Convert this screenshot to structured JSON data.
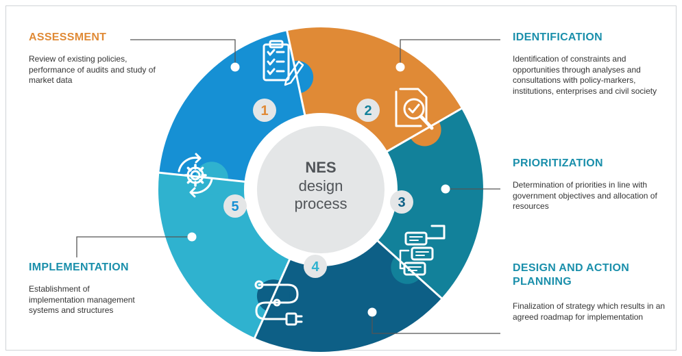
{
  "center": {
    "line1": "NES",
    "line2": "design",
    "line3": "process"
  },
  "steps": [
    {
      "number": "1",
      "title": "ASSESSMENT",
      "description": "Review of existing policies, performance of audits and study of market data",
      "color": "#e08a36",
      "icon": "clipboard-checklist-icon"
    },
    {
      "number": "2",
      "title": "IDENTIFICATION",
      "description": "Identification of constraints and opportunities through analyses and consultations with policy-markers, institutions, enterprises and civil society",
      "color": "#12819a",
      "icon": "document-search-icon"
    },
    {
      "number": "3",
      "title": "PRIORITIZATION",
      "description": "Determination of priorities in line with government objectives and allocation of resources",
      "color": "#0d5f86",
      "icon": "flow-cards-icon"
    },
    {
      "number": "4",
      "title": "DESIGN AND ACTION PLANNING",
      "description": "Finalization of strategy which results in an agreed roadmap for implementation",
      "color": "#2fb2cf",
      "icon": "roadmap-path-icon"
    },
    {
      "number": "5",
      "title": "IMPLEMENTATION",
      "description": "Establishment of implementation management systems and structures",
      "color": "#1690d4",
      "icon": "gear-cycle-icon"
    }
  ],
  "colors": {
    "title_orange": "#e08a36",
    "title_teal": "#1a8fab",
    "connector": "#555555",
    "hub_ring": "#e4e6e7"
  }
}
